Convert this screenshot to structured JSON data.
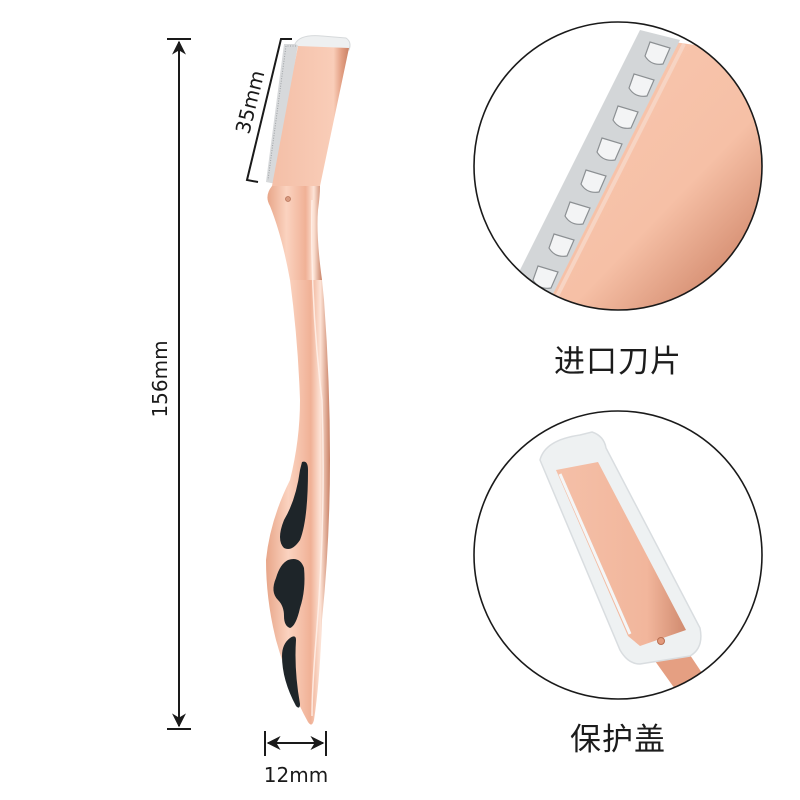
{
  "product": {
    "name": "eyebrow-razor",
    "colors": {
      "body": "#f2b59c",
      "body_light": "#fbd6c4",
      "body_dark": "#c97f63",
      "grip": "#1e2529",
      "guard": "#e9ecee",
      "dimension_line": "#1a1a1a",
      "circle_border": "#1a1a1a"
    }
  },
  "dimensions": {
    "total_length": "156mm",
    "blade_length": "35mm",
    "width": "12mm"
  },
  "detail_views": [
    {
      "id": "imported-blade",
      "caption": "进口刀片"
    },
    {
      "id": "protective-cap",
      "caption": "保护盖"
    }
  ]
}
